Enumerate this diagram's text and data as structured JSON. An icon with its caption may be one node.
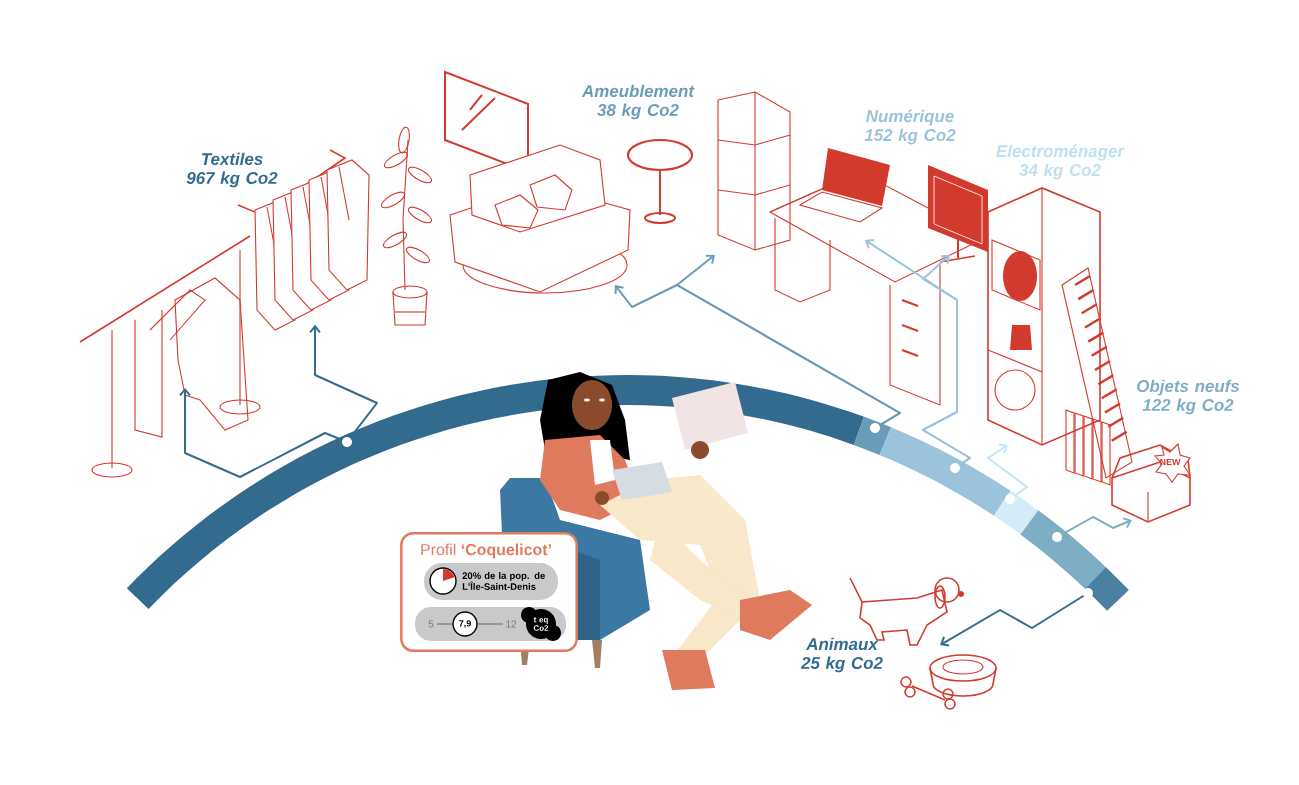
{
  "diagram": {
    "nodes": [
      {
        "text": [],
        "shape": "circle"
      },
      {
        "text": [],
        "shape": "picture"
      },
      {
        "text": [],
        "shape": "picture"
      },
      {
        "text": [],
        "shape": "circle"
      },
      {
        "text": [],
        "shape": "picture"
      },
      {
        "text": [],
        "shape": "picture"
      },
      {
        "text": [],
        "shape": "circle"
      },
      {
        "text": [],
        "shape": "picture"
      },
      {
        "text": [],
        "shape": "picture"
      },
      {
        "text": [],
        "shape": "circle"
      },
      {
        "text": [],
        "shape": "picture"
      },
      {
        "text": [],
        "shape": "circle"
      },
      {
        "text": [],
        "shape": "picture"
      },
      {
        "text": [],
        "shape": "circle"
      },
      {
        "text": [],
        "shape": "picture"
      },
      {
        "text": [
          "Profil **‘Coquelicot’**",
          "20% de la pop. de L'Île-Saint-Denis",
          "5",
          "7,9",
          "12",
          "t eq Co2"
        ]
      }
    ],
    "edges": [
      {
        "from": 0,
        "to": 1,
        "arrow": "to",
        "color": "#336b8f"
      },
      {
        "from": 0,
        "to": 2,
        "arrow": "to",
        "color": "#336b8f"
      },
      {
        "from": 3,
        "to": 4,
        "arrow": "to",
        "color": "#6a9bb8"
      },
      {
        "from": 3,
        "to": 5,
        "arrow": "to",
        "color": "#6a9bb8"
      },
      {
        "from": 6,
        "to": 7,
        "arrow": "to",
        "color": "#9cc3dc"
      },
      {
        "from": 6,
        "to": 8,
        "arrow": "to",
        "color": "#9cc3dc"
      },
      {
        "from": 9,
        "to": 10,
        "arrow": "to",
        "color": "#c4e5f7"
      },
      {
        "from": 11,
        "to": 12,
        "arrow": "to",
        "color": "#7eadc6"
      },
      {
        "from": 13,
        "to": 14,
        "arrow": "to",
        "color": "#336b8f"
      }
    ],
    "labels": [
      "Textiles 967 kg Co2",
      "Ameublement 38 kg Co2",
      "Numérique 152 kg Co2",
      "Electroménager 34 kg Co2",
      "Objets neufs 122 kg Co2",
      "NEW",
      "Animaux 25 kg Co2"
    ]
  }
}
